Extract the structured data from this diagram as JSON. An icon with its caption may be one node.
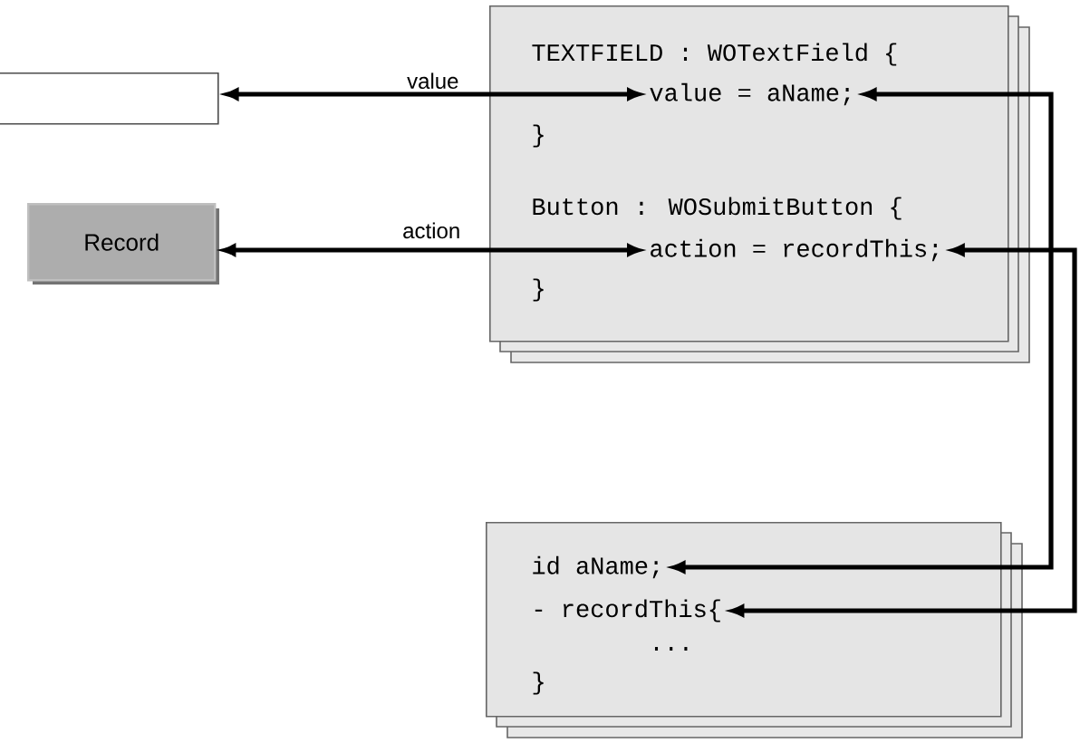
{
  "diagram": {
    "nodes": [
      {
        "text": [],
        "shape": "box"
      },
      {
        "text": [
          "Record"
        ]
      },
      {
        "text": [],
        "shape": "box"
      },
      {
        "text": [
          "TEXTFIELD : WOTextField {"
        ],
        "in": 2
      },
      {
        "text": [
          "value = aName;"
        ],
        "in": 2
      },
      {
        "text": [
          "}"
        ],
        "in": 2
      },
      {
        "text": [
          "Button : WOSubmitButton {"
        ],
        "in": 2
      },
      {
        "text": [
          "action = recordThis;"
        ],
        "in": 2
      },
      {
        "text": [
          "}"
        ],
        "in": 2
      },
      {
        "text": [],
        "shape": "box"
      },
      {
        "text": [
          "id aName;"
        ],
        "in": 9
      },
      {
        "text": [
          "- recordThis{"
        ],
        "in": 9
      },
      {
        "text": [
          "..."
        ],
        "in": 9
      },
      {
        "text": [
          "}"
        ],
        "in": 9
      }
    ],
    "edges": [
      {
        "from": 0,
        "to": 4,
        "arrow": "both",
        "label": "value"
      },
      {
        "from": 1,
        "to": 7,
        "arrow": "both",
        "label": "action"
      },
      {
        "from": 4,
        "to": 10,
        "arrow": "both"
      },
      {
        "from": 7,
        "to": 11,
        "arrow": "both"
      }
    ]
  }
}
